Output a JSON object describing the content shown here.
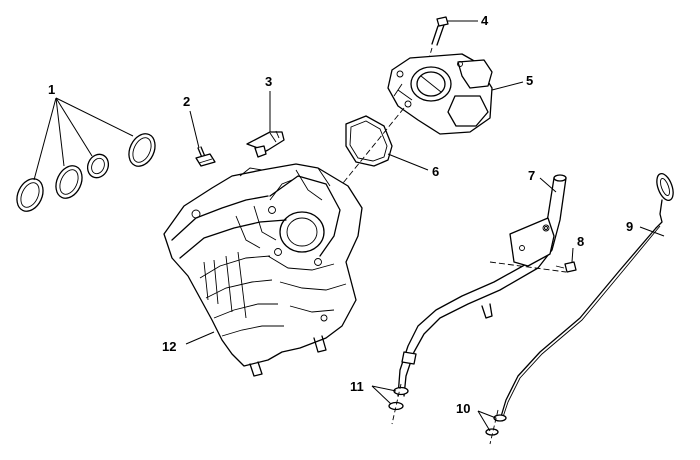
{
  "callouts": {
    "c1": "1",
    "c2": "2",
    "c3": "3",
    "c4": "4",
    "c5": "5",
    "c6": "6",
    "c7": "7",
    "c8": "8",
    "c9": "9",
    "c10": "10",
    "c11": "11",
    "c12": "12"
  },
  "parts": [
    {
      "callout": "1",
      "icon": "port-seal-rings-icon"
    },
    {
      "callout": "2",
      "icon": "bolt-icon"
    },
    {
      "callout": "3",
      "icon": "sensor-icon"
    },
    {
      "callout": "4",
      "icon": "bolt-icon"
    },
    {
      "callout": "5",
      "icon": "throttle-body-icon"
    },
    {
      "callout": "6",
      "icon": "gasket-icon"
    },
    {
      "callout": "7",
      "icon": "dipstick-tube-icon"
    },
    {
      "callout": "8",
      "icon": "bolt-icon"
    },
    {
      "callout": "9",
      "icon": "dipstick-icon"
    },
    {
      "callout": "10",
      "icon": "o-ring-icon"
    },
    {
      "callout": "11",
      "icon": "o-ring-icon"
    },
    {
      "callout": "12",
      "icon": "intake-manifold-icon"
    }
  ]
}
